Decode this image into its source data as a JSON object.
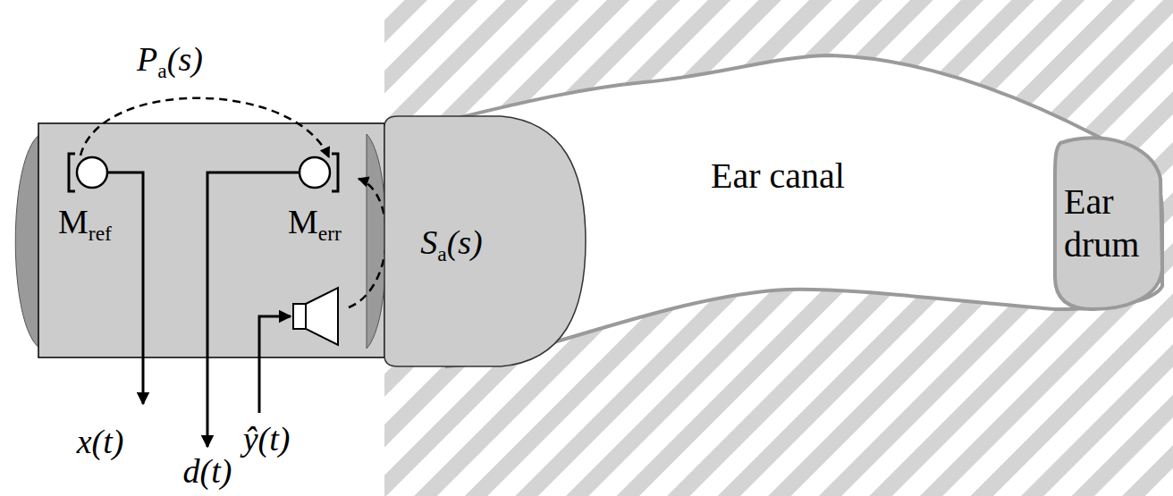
{
  "diagram": {
    "nodes": [
      {
        "text": [
          "Ear canal"
        ]
      },
      {
        "text": [
          "Ear drum"
        ]
      }
    ],
    "labels": [
      "Pa(s)",
      "Mref",
      "Merr",
      "Sa(s)",
      "x(t)",
      "d(t)",
      "ŷ(t)"
    ]
  }
}
